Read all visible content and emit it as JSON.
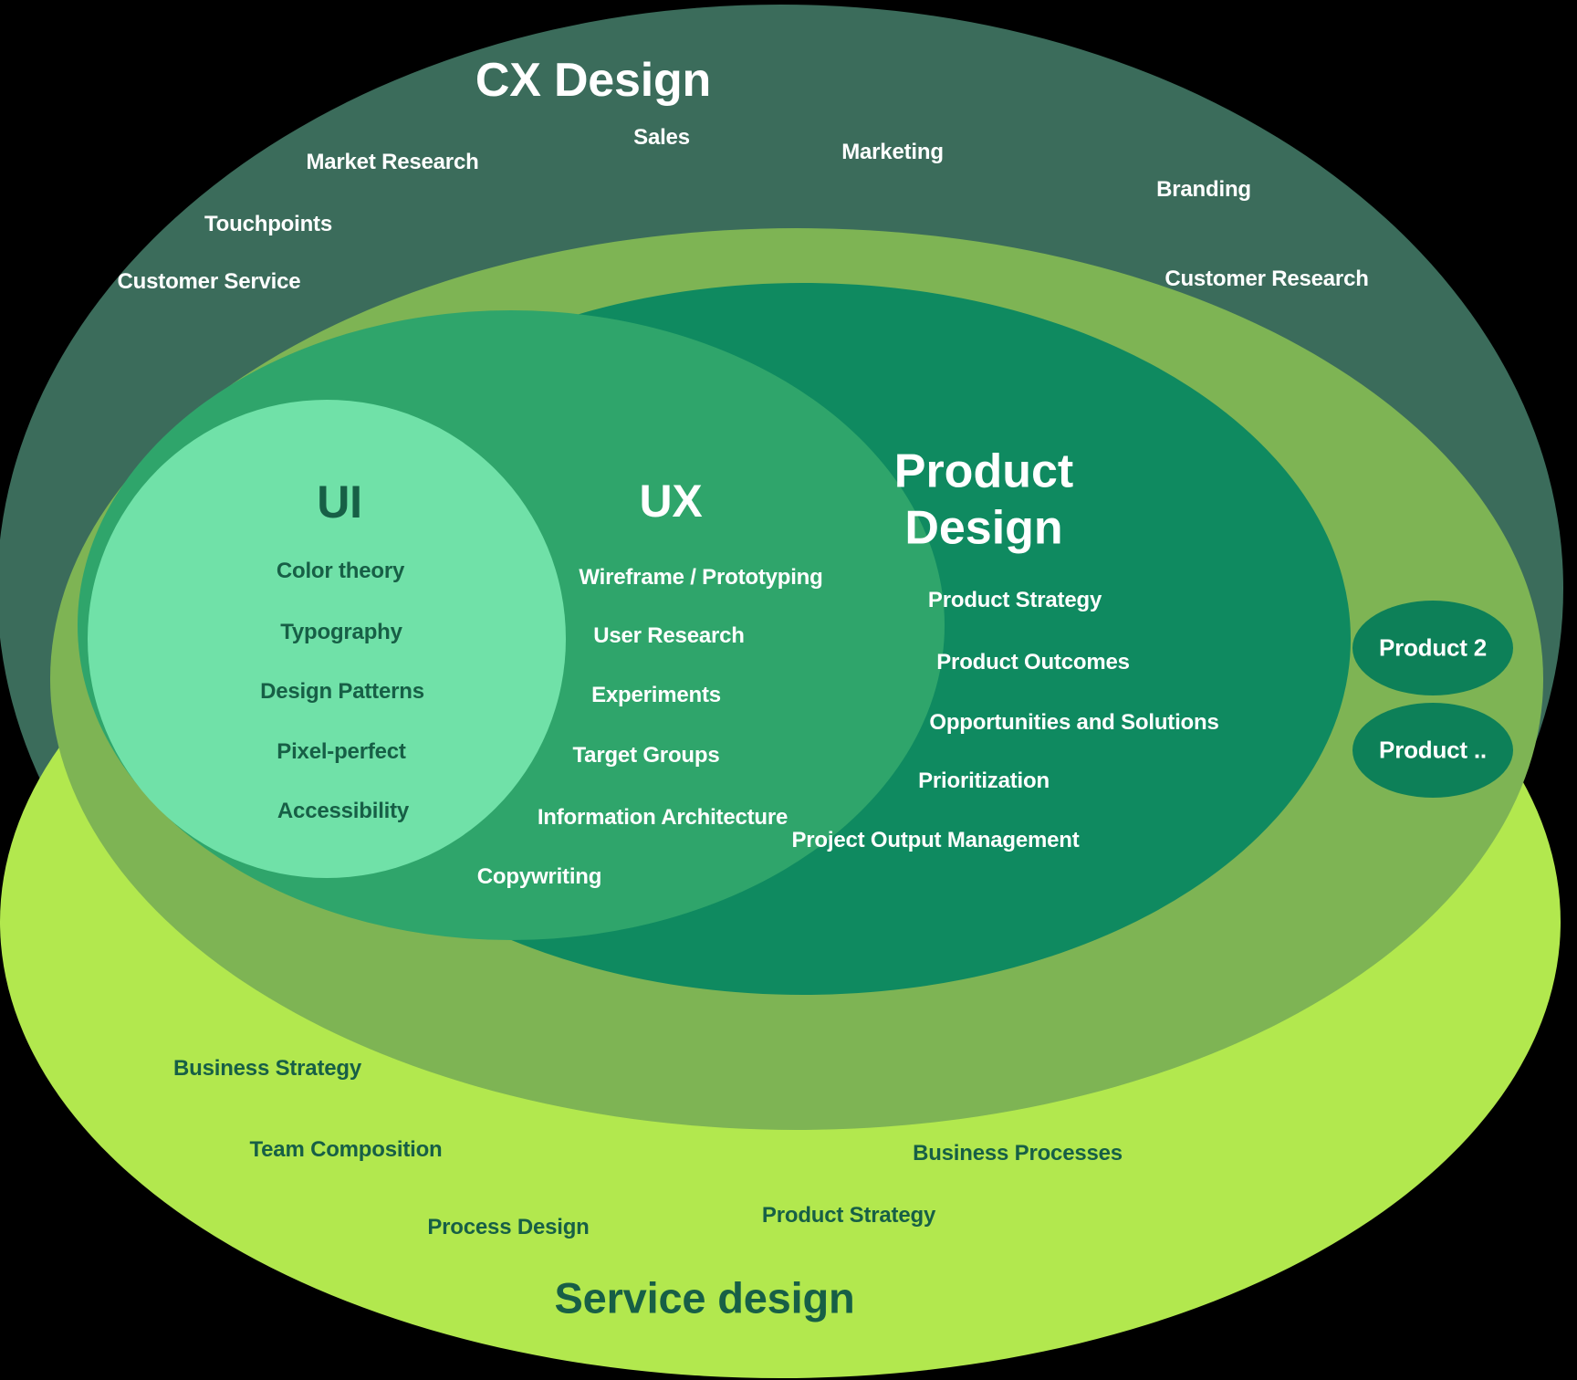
{
  "colors": {
    "background": "#000000",
    "cx_ring": "#3b6c5b",
    "service_ring": "#b2e84e",
    "products_ring": "#7eb454",
    "product_design_ellipse": "#0f8a60",
    "ux_ellipse": "#2fa56b",
    "ui_circle": "#70e1a8",
    "product_chip": "#0d8058",
    "text_light": "#ffffff",
    "text_dark": "#175f46"
  },
  "rings": {
    "cx": {
      "title": "CX Design",
      "items": [
        "Market Research",
        "Sales",
        "Marketing",
        "Branding",
        "Touchpoints",
        "Customer Service",
        "Customer Research"
      ]
    },
    "service": {
      "title": "Service design",
      "items": [
        "Business Strategy",
        "Team Composition",
        "Process Design",
        "Product Strategy",
        "Business Processes"
      ]
    },
    "products": {
      "chips": [
        "Product 2",
        "Product .."
      ]
    },
    "product_design": {
      "title": "Product Design",
      "items": [
        "Product Strategy",
        "Product Outcomes",
        "Opportunities and Solutions",
        "Prioritization",
        "Project Output Management"
      ]
    },
    "ux": {
      "title": "UX",
      "items": [
        "Wireframe / Prototyping",
        "User Research",
        "Experiments",
        "Target Groups",
        "Information Architecture",
        "Copywriting"
      ]
    },
    "ui": {
      "title": "UI",
      "items": [
        "Color theory",
        "Typography",
        "Design Patterns",
        "Pixel-perfect",
        "Accessibility"
      ]
    }
  }
}
